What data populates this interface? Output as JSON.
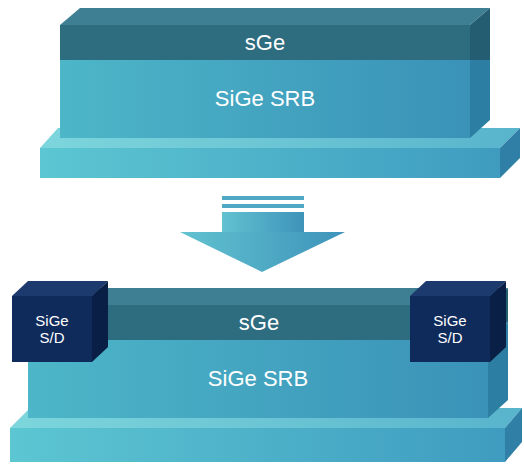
{
  "diagram": {
    "nodes": [
      {
        "text": [
          "sGe"
        ]
      },
      {
        "text": [
          "SiGe SRB"
        ]
      },
      {
        "text": [
          "SiGe S/D"
        ]
      },
      {
        "text": [
          "sGe"
        ]
      },
      {
        "text": [
          "SiGe S/D"
        ]
      },
      {
        "text": [
          "SiGe SRB"
        ]
      }
    ]
  }
}
